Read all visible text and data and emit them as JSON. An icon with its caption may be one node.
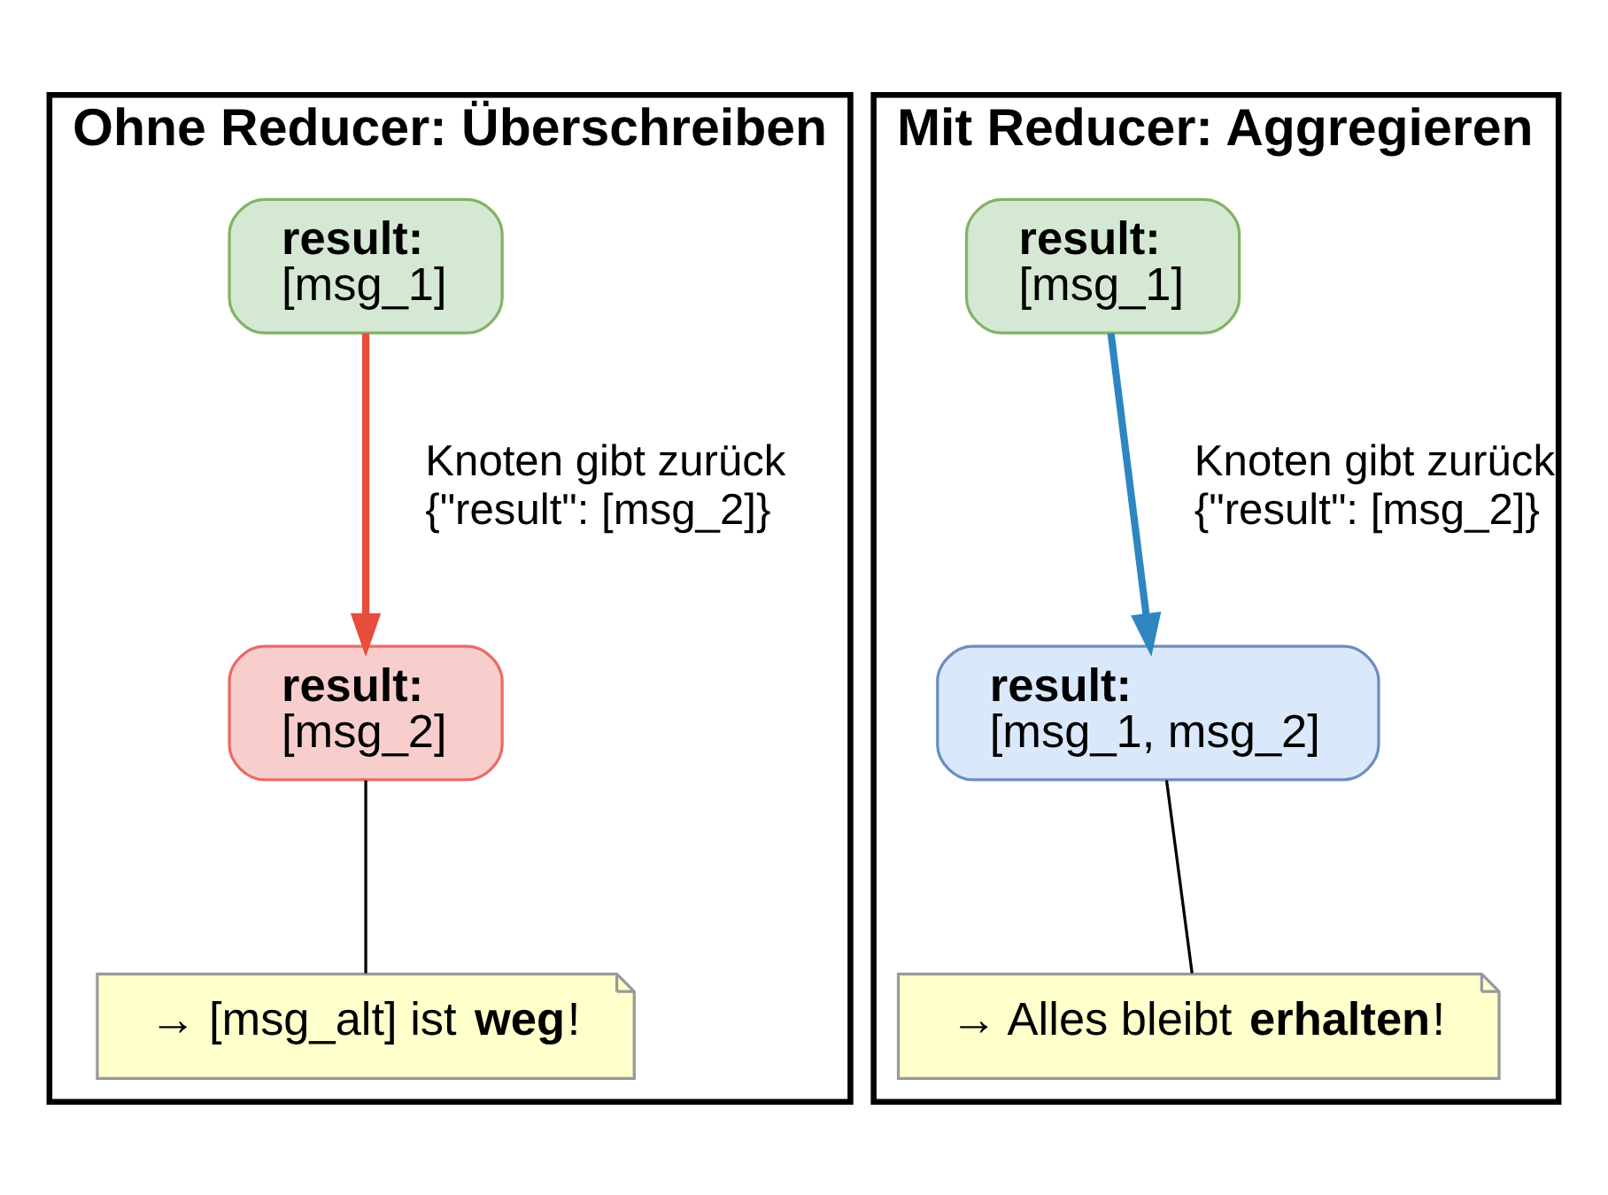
{
  "diagram": {
    "nodes": [
      {
        "text": [
          "Ohne Reducer: Überschreiben"
        ]
      },
      {
        "text": [
          "result:",
          "[msg_1]"
        ],
        "in": 0
      },
      {
        "text": [
          "result:",
          "[msg_2]"
        ],
        "in": 0
      },
      {
        "text": [
          "→ [msg_alt] ist **weg**!"
        ],
        "in": 0
      },
      {
        "text": [
          "Mit Reducer: Aggregieren"
        ]
      },
      {
        "text": [
          "result:",
          "[msg_1]"
        ],
        "in": 4
      },
      {
        "text": [
          "result:",
          "[msg_1, msg_2]"
        ],
        "in": 4
      },
      {
        "text": [
          "→ Alles bleibt **erhalten**!"
        ],
        "in": 4
      }
    ],
    "edges": [
      {
        "from": 1,
        "to": 2,
        "arrow": "to",
        "label": "Knoten gibt zurück {\"result\": [msg_2]}",
        "color": "#e74c3c",
        "style": "thick"
      },
      {
        "from": 3,
        "to": 2,
        "arrow": "none"
      },
      {
        "from": 5,
        "to": 6,
        "arrow": "to",
        "label": "Knoten gibt zurück {\"result\": [msg_2]}",
        "color": "#2e86c1",
        "style": "thick"
      },
      {
        "from": 7,
        "to": 6,
        "arrow": "none"
      }
    ]
  }
}
